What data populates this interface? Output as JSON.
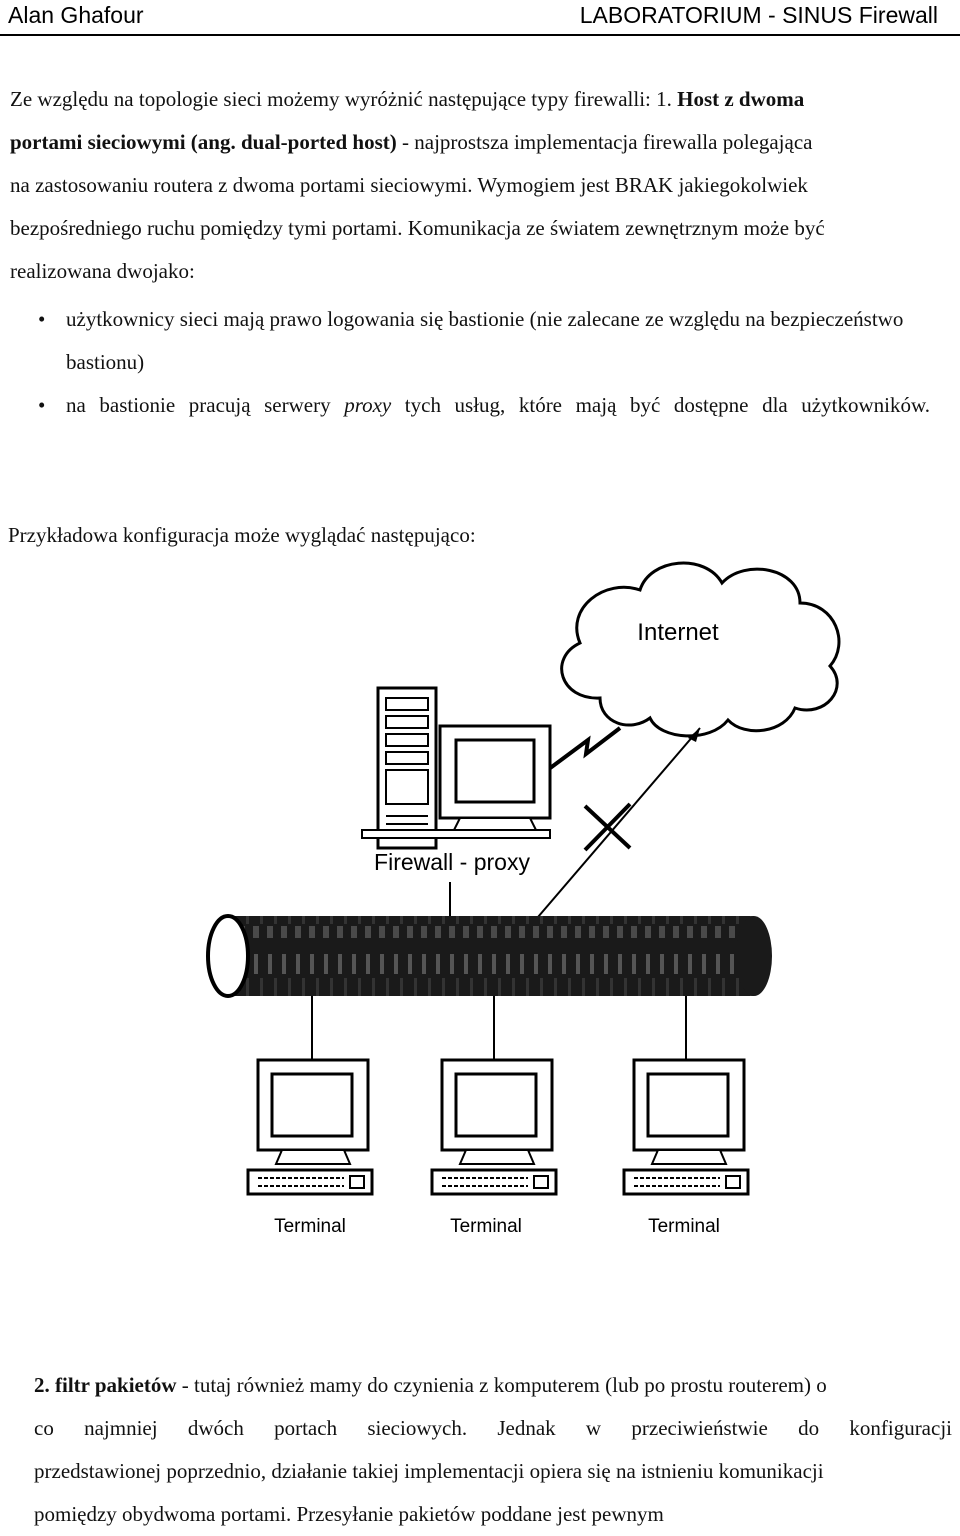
{
  "header": {
    "author": "Alan Ghafour",
    "title": "LABORATORIUM - SINUS Firewall"
  },
  "intro": {
    "line1_a": "Ze względu na topologie sieci możemy wyróżnić następujące typy firewalli: 1. ",
    "line1_b": "Host z dwoma",
    "line2_a": "portami sieciowymi (ang. dual-ported host)",
    "line2_b": " - najprostsza implementacja firewalla polegająca",
    "line3": "na zastosowaniu routera z dwoma portami sieciowymi. Wymogiem jest BRAK jakiegokolwiek",
    "line4": "bezpośredniego ruchu pomiędzy tymi portami. Komunikacja ze światem zewnętrznym może być",
    "line5": "realizowana dwojako:"
  },
  "bullets": [
    {
      "symbol": "•",
      "text": "użytkownicy sieci mają prawo logowania się bastionie (nie zalecane ze względu na bezpieczeństwo bastionu)"
    },
    {
      "symbol": "•",
      "text_a": "na bastionie pracują serwery ",
      "text_em": "proxy",
      "text_b": " tych usług, które mają być dostępne dla użytkowników."
    }
  ],
  "example_caption": "Przykładowa konfiguracja może wyglądać następująco:",
  "diagram": {
    "cloud_label": "Internet",
    "firewall_label": "Firewall - proxy",
    "terminals": [
      "Terminal",
      "Terminal",
      "Terminal"
    ]
  },
  "section2": {
    "line1_a": "2. filtr pakietów",
    "line1_b": " - tutaj również mamy do czynienia z komputerem (lub po prostu routerem) o",
    "line2": "co najmniej dwóch portach sieciowych. Jednak w przeciwieństwie do konfiguracji",
    "line3": "przedstawionej poprzednio, działanie takiej implementacji opiera się na istnieniu komunikacji",
    "line4": "pomiędzy obydwoma portami. Przesyłanie pakietów poddane jest pewnym"
  }
}
